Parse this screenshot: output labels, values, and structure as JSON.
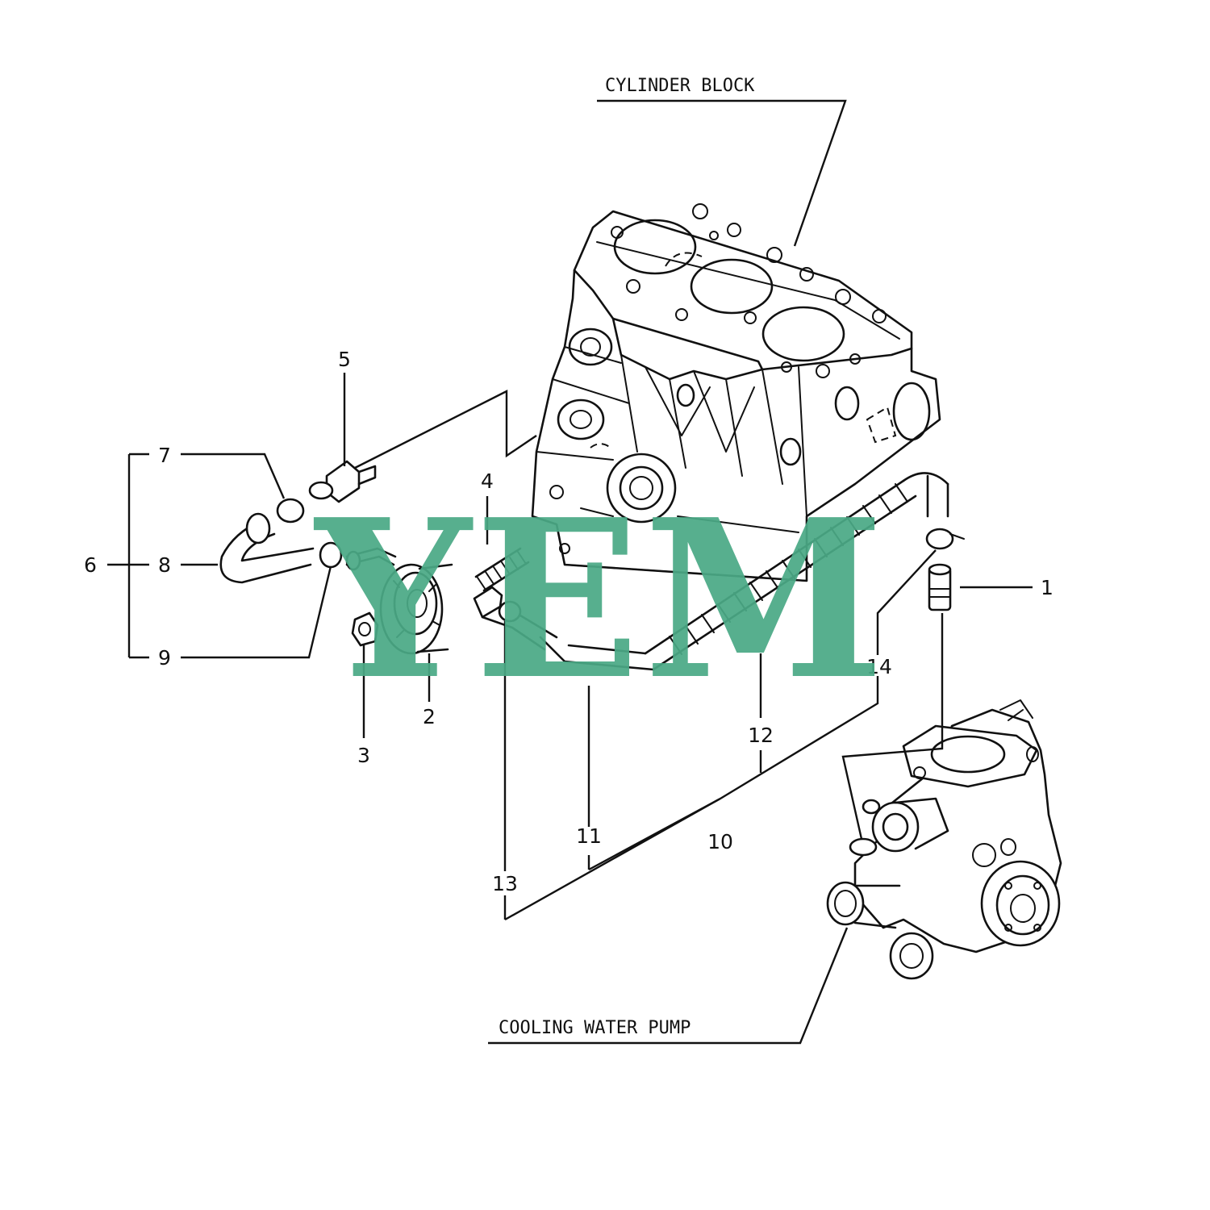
{
  "captions": {
    "cylinder_block": "CYLINDER BLOCK",
    "cooling_water_pump": "COOLING WATER PUMP"
  },
  "callouts": {
    "n1": "1",
    "n2": "2",
    "n3": "3",
    "n4": "4",
    "n5": "5",
    "n6": "6",
    "n7": "7",
    "n8": "8",
    "n9": "9",
    "n10": "10",
    "n11": "11",
    "n12": "12",
    "n13": "13",
    "n14": "14"
  },
  "watermark": "YEM",
  "colors": {
    "ink": "#111111",
    "watermark": "#4aa985",
    "background": "#ffffff"
  }
}
